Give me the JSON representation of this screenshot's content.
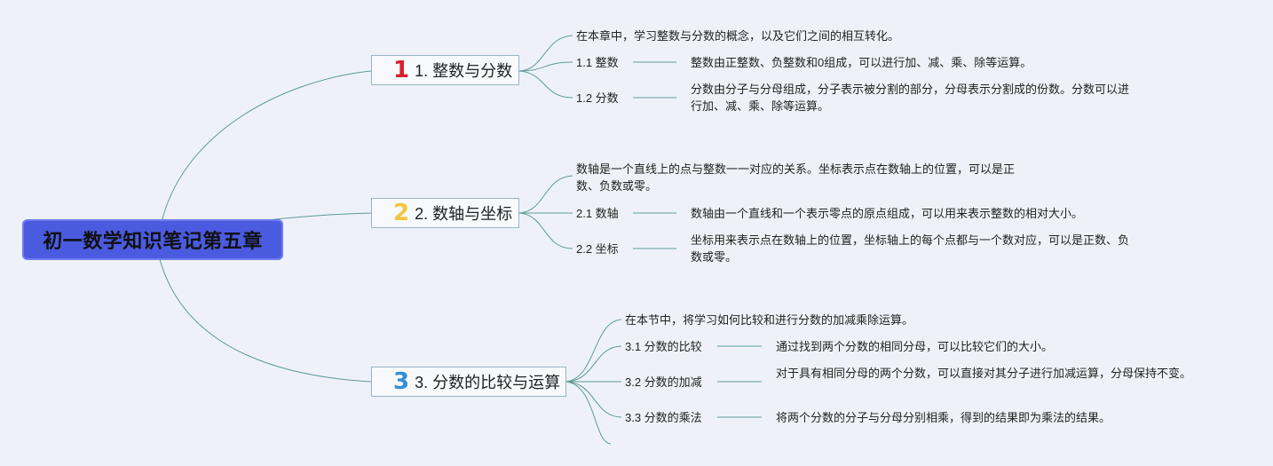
{
  "root": {
    "title": "初一数学知识笔记第五章"
  },
  "branches": [
    {
      "badge": "1",
      "label": "1. 整数与分数",
      "intro": "在本章中，学习整数与分数的概念，以及它们之间的相互转化。",
      "items": [
        {
          "label": "1.1 整数",
          "desc": "整数由正整数、负整数和0组成，可以进行加、减、乘、除等运算。"
        },
        {
          "label": "1.2 分数",
          "desc": "分数由分子与分母组成，分子表示被分割的部分，分母表示分割成的份数。分数可以进行加、减、乘、除等运算。"
        }
      ]
    },
    {
      "badge": "2",
      "label": "2. 数轴与坐标",
      "intro": "数轴是一个直线上的点与整数一一对应的关系。坐标表示点在数轴上的位置，可以是正数、负数或零。",
      "items": [
        {
          "label": "2.1 数轴",
          "desc": "数轴由一个直线和一个表示零点的原点组成，可以用来表示整数的相对大小。"
        },
        {
          "label": "2.2 坐标",
          "desc": "坐标用来表示点在数轴上的位置，坐标轴上的每个点都与一个数对应，可以是正数、负数或零。"
        }
      ]
    },
    {
      "badge": "3",
      "label": "3. 分数的比较与运算",
      "intro": "在本节中，将学习如何比较和进行分数的加减乘除运算。",
      "items": [
        {
          "label": "3.1 分数的比较",
          "desc": "通过找到两个分数的相同分母，可以比较它们的大小。"
        },
        {
          "label": "3.2 分数的加减",
          "desc": "对于具有相同分母的两个分数，可以直接对其分子进行加减运算，分母保持不变。"
        },
        {
          "label": "3.3 分数的乘法",
          "desc": "将两个分数的分子与分母分别相乘，得到的结果即为乘法的结果。"
        }
      ]
    }
  ]
}
